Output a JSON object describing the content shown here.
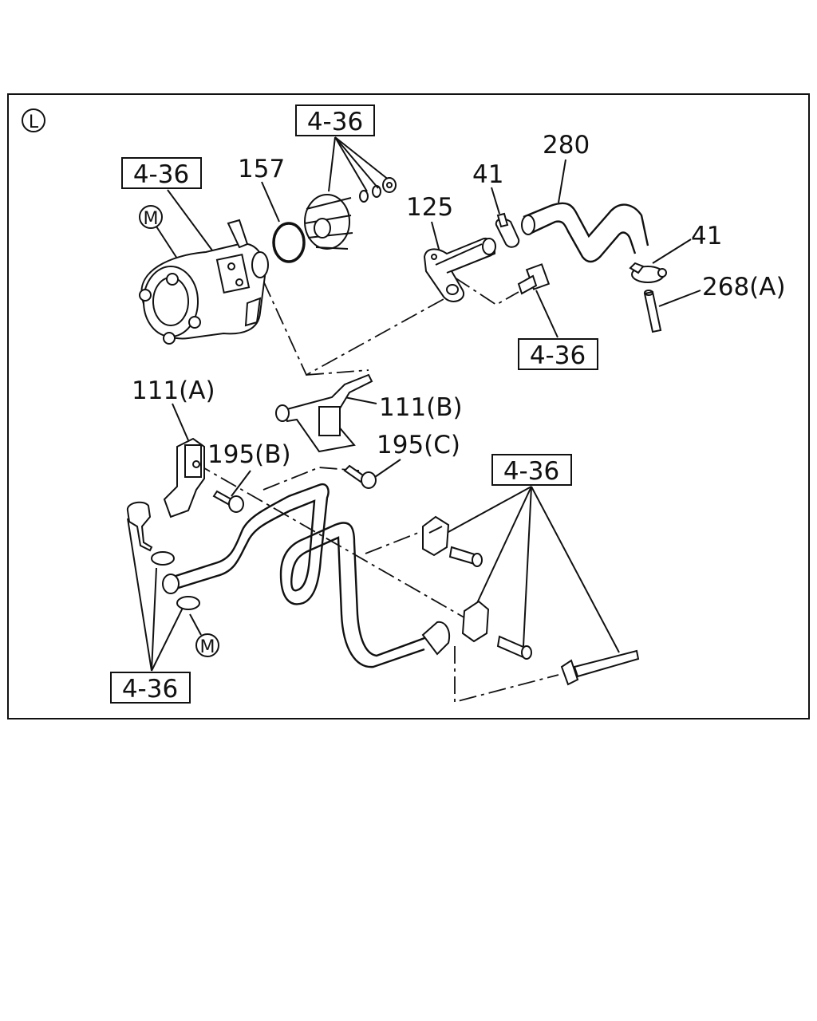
{
  "diagram": {
    "view_marker": "L",
    "ref_labels": {
      "ref_top": "4-36",
      "ref_pump": "4-36",
      "ref_bolt": "4-36",
      "ref_right": "4-36",
      "ref_bottom": "4-36"
    },
    "part_labels": {
      "p157": "157",
      "p125": "125",
      "p41_top": "41",
      "p280": "280",
      "p41_right": "41",
      "p268a": "268(A)",
      "p111a": "111(A)",
      "p111b": "111(B)",
      "p195b": "195(B)",
      "p195c": "195(C)"
    },
    "markers": {
      "m_top": "M",
      "m_bottom": "M"
    }
  }
}
